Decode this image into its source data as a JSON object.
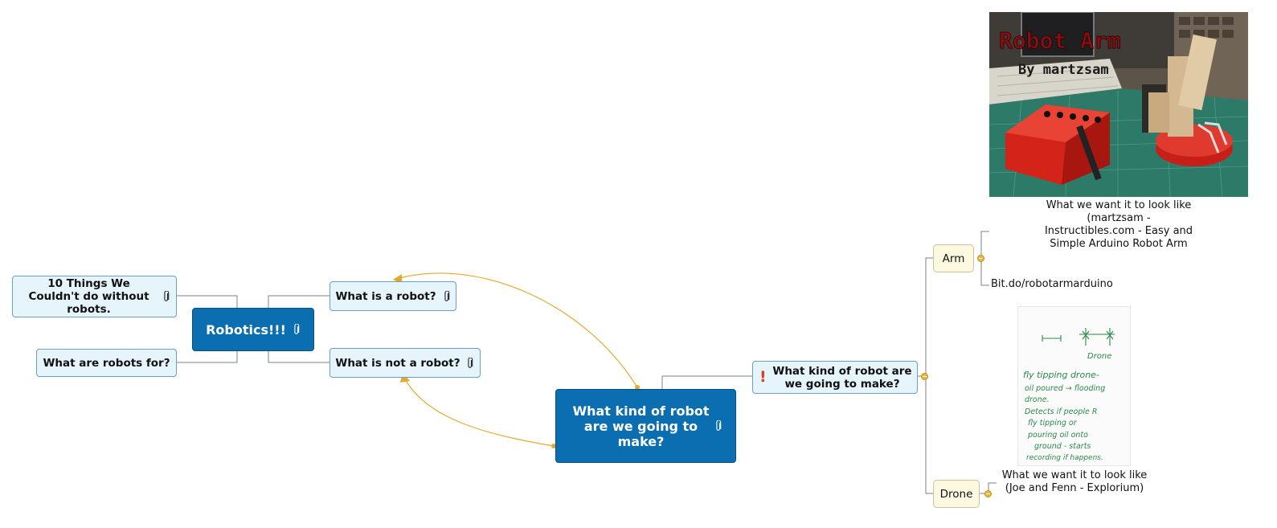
{
  "map": {
    "central_topic": "What kind of robot are we going to make?",
    "robotics_topic": "Robotics!!!",
    "left_topics": [
      "10 Things We Couldn't do without robots.",
      "What are robots for?"
    ],
    "right_of_robotics": [
      "What is a robot?",
      "What is not a robot?"
    ],
    "main_right_topic": "What kind of robot are we going to make?",
    "priority_marker": "!",
    "branches": {
      "arm": {
        "label": "Arm",
        "caption": "What we want it to look like (martzsam - Instructibles.com - Easy and Simple Arduino Robot Arm",
        "link": "Bit.do/robotarmarduino",
        "image_title": "Robot Arm",
        "image_subtitle": "By martzsam"
      },
      "drone": {
        "label": "Drone",
        "caption": "What we want it to look like (Joe and Fenn - Explorium)",
        "sketch_text": [
          "Drone",
          "fly tipping drone-",
          "oil poured → flooding",
          "drone.",
          "Detects if people R",
          "fly tipping or",
          "pouring oil onto",
          "ground - starts",
          "recording if happens."
        ]
      }
    }
  },
  "colors": {
    "dark_topic": "#0a6eb0",
    "light_topic": "#e6f4fc",
    "cream_topic": "#fdf9e0",
    "relationship": "#e2aa2c",
    "connector": "#808080",
    "priority": "#d9411e"
  },
  "icons": {
    "attachment": "paperclip-icon",
    "collapse": "collapse-minus-icon"
  }
}
